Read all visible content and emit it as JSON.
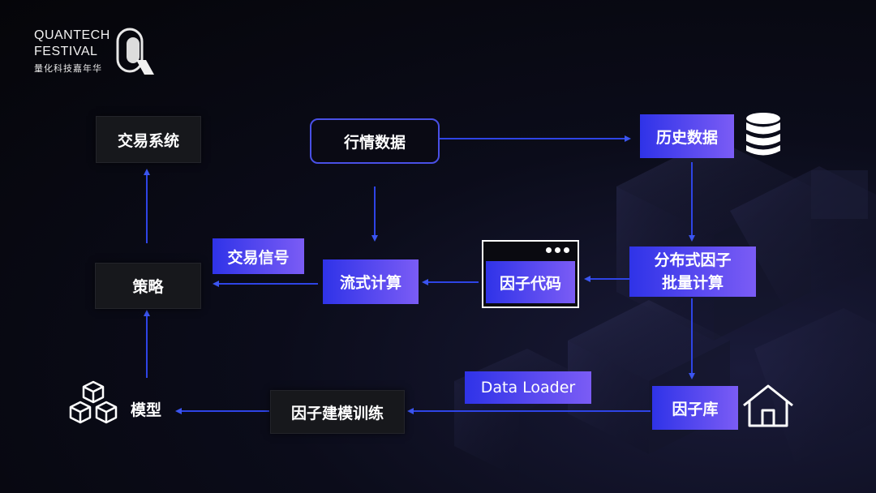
{
  "logo": {
    "line1": "QUANTECH",
    "line2": "FESTIVAL",
    "line3": "量化科技嘉年华"
  },
  "nodes": {
    "trading_system": "交易系统",
    "market_data": "行情数据",
    "historical_data": "历史数据",
    "trading_signal": "交易信号",
    "strategy": "策略",
    "stream_compute": "流式计算",
    "factor_code": "因子代码",
    "distributed_line1": "分布式因子",
    "distributed_line2": "批量计算",
    "data_loader": "Data Loader",
    "model": "模型",
    "factor_training": "因子建模训练",
    "factor_library": "因子库"
  },
  "colors": {
    "accent_blue": "#2f33e8",
    "accent_purple": "#7b5cf5",
    "arrow": "#2e44e6"
  }
}
